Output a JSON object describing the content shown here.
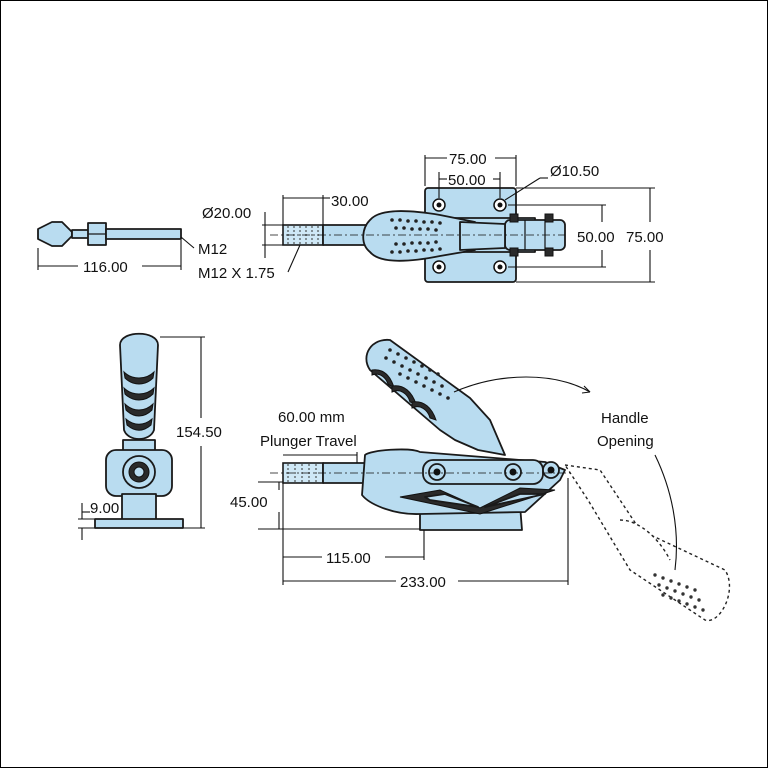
{
  "dimensions": {
    "top_width_outer": "75.00",
    "top_width_inner": "50.00",
    "hole_dia": "Ø10.50",
    "rod_dia": "Ø20.00",
    "thread_len": "30.00",
    "height_inner": "50.00",
    "height_outer": "75.00",
    "spindle_len": "116.00",
    "thread_m12": "M12",
    "thread_spec": "M12 X 1.75",
    "total_height": "154.50",
    "base_thickness": "9.00",
    "plunger_travel_value": "60.00 mm",
    "plunger_travel_label": "Plunger Travel",
    "axis_height": "45.00",
    "to_base": "115.00",
    "overall_length": "233.00",
    "handle_opening_1": "Handle",
    "handle_opening_2": "Opening"
  },
  "colors": {
    "part": "#b9dcf0",
    "outline": "#1a1a1a",
    "dark": "#2a2a2a"
  }
}
